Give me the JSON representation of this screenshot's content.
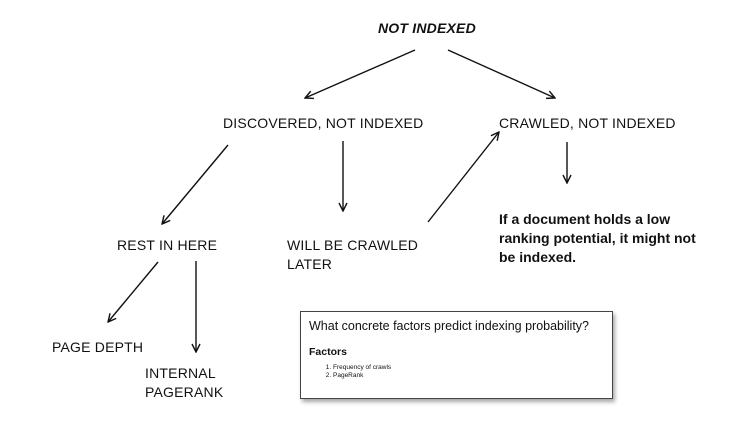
{
  "root": {
    "label": "NOT INDEXED"
  },
  "branches": {
    "discovered": {
      "label": "DISCOVERED, NOT INDEXED"
    },
    "crawled": {
      "label": "CRAWLED, NOT INDEXED"
    }
  },
  "discovered_children": {
    "rest_in_here": {
      "label": "REST IN HERE"
    },
    "will_be_crawled": {
      "label": "WILL BE CRAWLED\nLATER"
    }
  },
  "rest_children": {
    "page_depth": {
      "label": "PAGE DEPTH"
    },
    "internal_pagerank": {
      "label": "INTERNAL\nPAGERANK"
    }
  },
  "crawled_note": {
    "text": "If a document holds a low ranking potential, it might not be indexed."
  },
  "factors_box": {
    "question": "What concrete factors predict indexing probability?",
    "heading": "Factors",
    "items": [
      "Frequency of crawls",
      "PageRank"
    ]
  }
}
